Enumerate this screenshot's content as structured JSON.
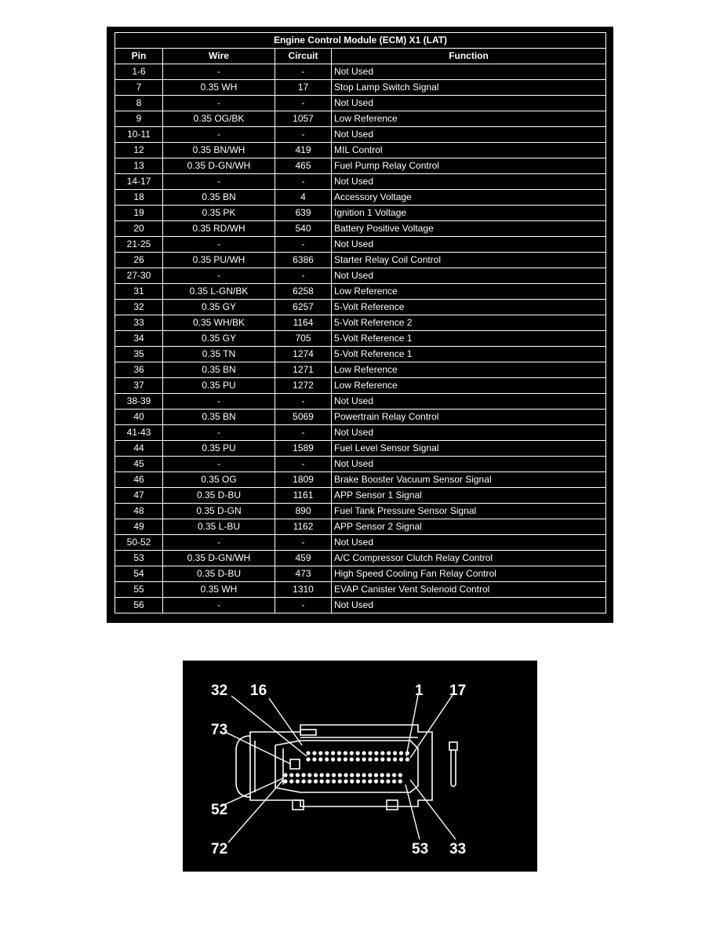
{
  "table": {
    "title": "Engine Control Module (ECM) X1 (LAT)",
    "headers": {
      "pin": "Pin",
      "wire": "Wire",
      "circuit": "Circuit",
      "function": "Function"
    },
    "rows": [
      {
        "pin": "1-6",
        "wire": "-",
        "circuit": "-",
        "function": "Not Used"
      },
      {
        "pin": "7",
        "wire": "0.35 WH",
        "circuit": "17",
        "function": "Stop Lamp Switch Signal"
      },
      {
        "pin": "8",
        "wire": "-",
        "circuit": "-",
        "function": "Not Used"
      },
      {
        "pin": "9",
        "wire": "0.35 OG/BK",
        "circuit": "1057",
        "function": "Low Reference"
      },
      {
        "pin": "10-11",
        "wire": "-",
        "circuit": "-",
        "function": "Not Used"
      },
      {
        "pin": "12",
        "wire": "0.35 BN/WH",
        "circuit": "419",
        "function": "MIL Control"
      },
      {
        "pin": "13",
        "wire": "0.35 D-GN/WH",
        "circuit": "465",
        "function": "Fuel Pump Relay Control"
      },
      {
        "pin": "14-17",
        "wire": "-",
        "circuit": "-",
        "function": "Not Used"
      },
      {
        "pin": "18",
        "wire": "0.35 BN",
        "circuit": "4",
        "function": "Accessory Voltage"
      },
      {
        "pin": "19",
        "wire": "0.35 PK",
        "circuit": "639",
        "function": "Ignition 1 Voltage"
      },
      {
        "pin": "20",
        "wire": "0.35 RD/WH",
        "circuit": "540",
        "function": "Battery Positive Voltage"
      },
      {
        "pin": "21-25",
        "wire": "-",
        "circuit": "-",
        "function": "Not Used"
      },
      {
        "pin": "26",
        "wire": "0.35 PU/WH",
        "circuit": "6386",
        "function": "Starter Relay Coil Control"
      },
      {
        "pin": "27-30",
        "wire": "-",
        "circuit": "-",
        "function": "Not Used"
      },
      {
        "pin": "31",
        "wire": "0.35 L-GN/BK",
        "circuit": "6258",
        "function": "Low Reference"
      },
      {
        "pin": "32",
        "wire": "0.35 GY",
        "circuit": "6257",
        "function": "5-Volt Reference"
      },
      {
        "pin": "33",
        "wire": "0.35 WH/BK",
        "circuit": "1164",
        "function": "5-Volt Reference 2"
      },
      {
        "pin": "34",
        "wire": "0.35 GY",
        "circuit": "705",
        "function": "5-Volt Reference 1"
      },
      {
        "pin": "35",
        "wire": "0.35 TN",
        "circuit": "1274",
        "function": "5-Volt Reference 1"
      },
      {
        "pin": "36",
        "wire": "0.35 BN",
        "circuit": "1271",
        "function": "Low Reference"
      },
      {
        "pin": "37",
        "wire": "0.35 PU",
        "circuit": "1272",
        "function": "Low Reference"
      },
      {
        "pin": "38-39",
        "wire": "-",
        "circuit": "-",
        "function": "Not Used"
      },
      {
        "pin": "40",
        "wire": "0.35 BN",
        "circuit": "5069",
        "function": "Powertrain Relay Control"
      },
      {
        "pin": "41-43",
        "wire": "-",
        "circuit": "-",
        "function": "Not Used"
      },
      {
        "pin": "44",
        "wire": "0.35 PU",
        "circuit": "1589",
        "function": "Fuel Level Sensor Signal"
      },
      {
        "pin": "45",
        "wire": "-",
        "circuit": "-",
        "function": "Not Used"
      },
      {
        "pin": "46",
        "wire": "0.35 OG",
        "circuit": "1809",
        "function": "Brake Booster Vacuum Sensor Signal"
      },
      {
        "pin": "47",
        "wire": "0.35 D-BU",
        "circuit": "1161",
        "function": "APP Sensor 1 Signal"
      },
      {
        "pin": "48",
        "wire": "0.35 D-GN",
        "circuit": "890",
        "function": "Fuel Tank Pressure Sensor Signal"
      },
      {
        "pin": "49",
        "wire": "0.35 L-BU",
        "circuit": "1162",
        "function": "APP Sensor 2 Signal"
      },
      {
        "pin": "50-52",
        "wire": "-",
        "circuit": "-",
        "function": "Not Used"
      },
      {
        "pin": "53",
        "wire": "0.35 D-GN/WH",
        "circuit": "459",
        "function": "A/C Compressor Clutch Relay Control"
      },
      {
        "pin": "54",
        "wire": "0.35 D-BU",
        "circuit": "473",
        "function": "High Speed Cooling Fan Relay Control"
      },
      {
        "pin": "55",
        "wire": "0.35 WH",
        "circuit": "1310",
        "function": "EVAP Canister Vent Solenoid Control"
      },
      {
        "pin": "56",
        "wire": "-",
        "circuit": "-",
        "function": "Not Used"
      }
    ]
  },
  "connector": {
    "pin_labels": {
      "p32": "32",
      "p16": "16",
      "p1": "1",
      "p17": "17",
      "p73": "73",
      "p52": "52",
      "p72": "72",
      "p53": "53",
      "p33": "33"
    }
  }
}
